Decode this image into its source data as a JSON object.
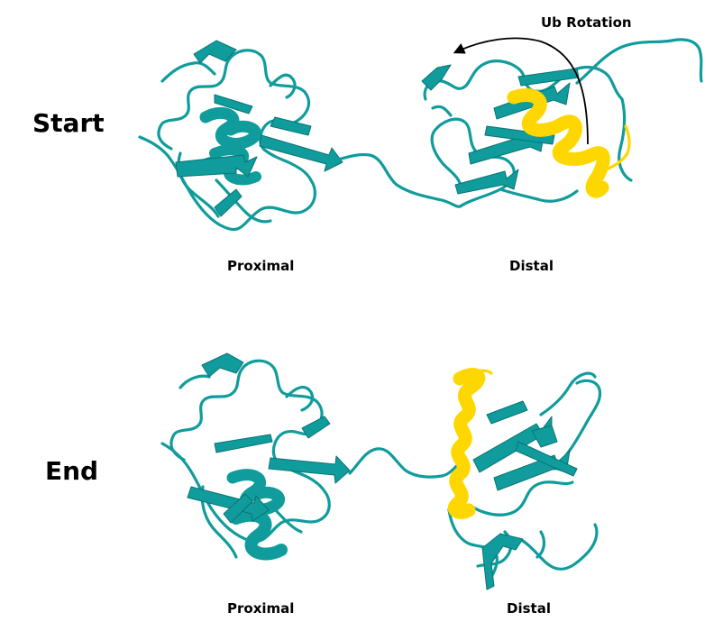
{
  "panels": [
    {
      "state_label": "Start",
      "proximal_label": "Proximal",
      "distal_label": "Distal",
      "annotation": "Ub Rotation"
    },
    {
      "state_label": "End",
      "proximal_label": "Proximal",
      "distal_label": "Distal"
    }
  ],
  "colors": {
    "protein": "#109c9c",
    "protein_dark": "#0a7474",
    "highlight": "#ffd700",
    "highlight_dark": "#d9b200",
    "arrow": "#000000"
  }
}
